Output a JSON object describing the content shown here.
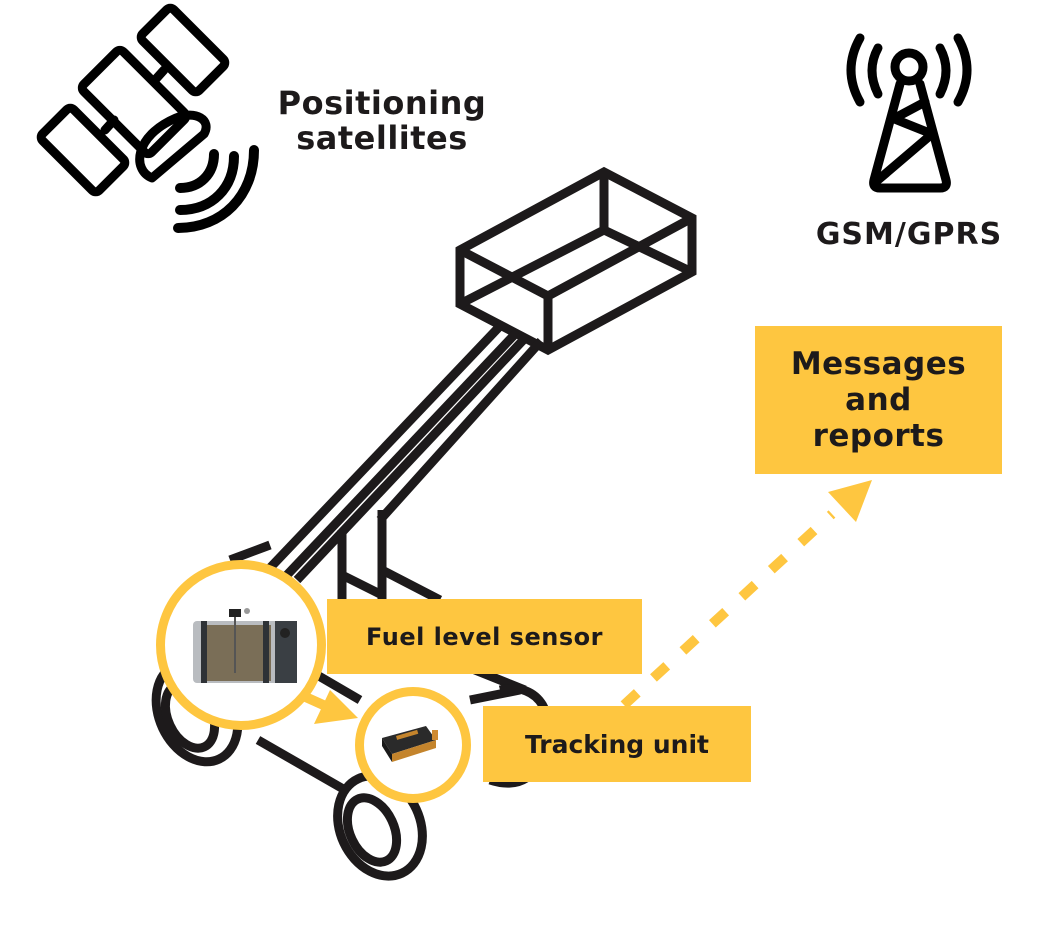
{
  "diagram": {
    "title": "Aerial work platform fuel monitoring scheme",
    "labels": {
      "satellites": "Positioning satellites",
      "gsm": "GSM/GPRS",
      "messages": "Messages and reports",
      "fuel_sensor": "Fuel level sensor",
      "tracking_unit": "Tracking unit"
    },
    "icons": {
      "satellite": "satellite-icon",
      "tower": "cell-tower-icon",
      "fuel_tank": "fuel-tank-icon",
      "tracker": "tracking-device-icon",
      "vehicle": "aerial-lift-icon"
    },
    "colors": {
      "accent": "#fec640",
      "ink": "#1d1a1b",
      "background": "#ffffff"
    },
    "flows": [
      {
        "from": "fuel_sensor",
        "to": "tracking_unit",
        "style": "solid-arrow"
      },
      {
        "from": "tracking_unit",
        "to": "messages",
        "style": "dashed-arrow"
      }
    ]
  }
}
